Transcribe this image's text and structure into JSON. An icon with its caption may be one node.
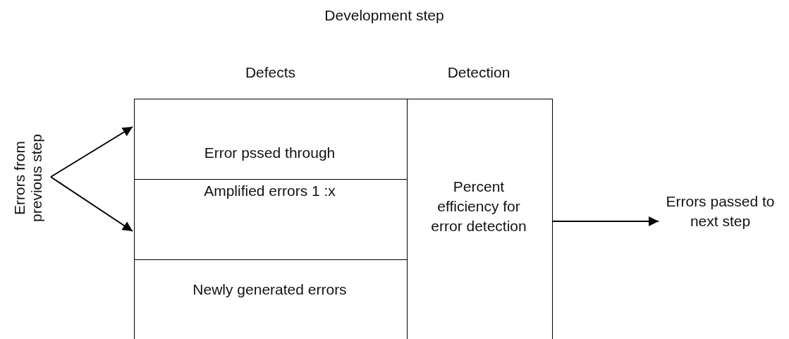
{
  "diagram": {
    "title": "Development step",
    "nodes": [
      {
        "text": [
          "Defects"
        ]
      },
      {
        "text": [
          "Error pssed through"
        ],
        "in": 0
      },
      {
        "text": [
          "Amplified errors 1 :x"
        ],
        "in": 0
      },
      {
        "text": [
          "Newly generated errors"
        ],
        "in": 0
      },
      {
        "text": [
          "Detection",
          "Percent efficiency for error detection"
        ]
      },
      {
        "text": [
          "Errors from previous step"
        ]
      },
      {
        "text": [
          "Errors passed to next step"
        ]
      }
    ],
    "edges": [
      {
        "from": 5,
        "to": 1,
        "arrow": "to"
      },
      {
        "from": 5,
        "to": 2,
        "arrow": "to"
      },
      {
        "from": 4,
        "to": 6,
        "arrow": "to"
      }
    ]
  }
}
